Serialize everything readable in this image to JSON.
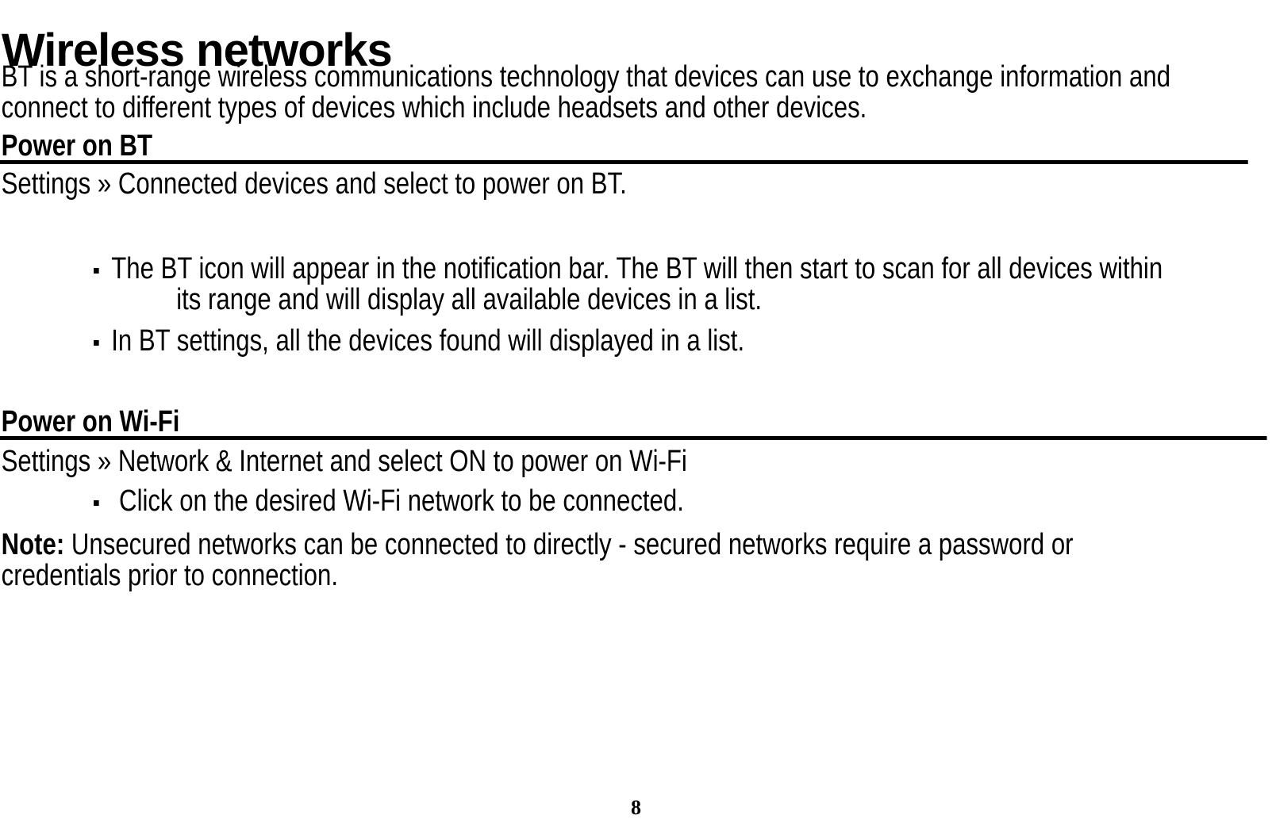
{
  "title": "Wireless networks",
  "intro": {
    "lines": [
      "BT is a short-range wireless communications technology that devices can use to exchange information and",
      "connect to different types of devices which include headsets and other devices."
    ]
  },
  "sections": [
    {
      "heading": "Power on BT",
      "lead": "Settings » Connected devices and select to power on BT.",
      "bullets": [
        {
          "lines": [
            "The BT icon will appear in the notification bar. The BT will then start to scan for all devices within",
            "its range and will display all available devices in a list."
          ]
        },
        {
          "lines": [
            "In BT settings, all the devices found will displayed in a list."
          ]
        }
      ]
    },
    {
      "heading": "Power on Wi-Fi",
      "lead": "Settings » Network & Internet and select ON to power on Wi-Fi",
      "bullets": [
        {
          "lines": [
            "Click on the desired Wi-Fi network to be connected."
          ]
        }
      ]
    }
  ],
  "note": {
    "label": "Note:",
    "text_after_label": " Unsecured networks can be connected to directly - secured networks require a password or",
    "line2": "credentials prior to connection."
  },
  "footer": {
    "page_number": "8"
  },
  "colors": {
    "text": "#000000",
    "background": "#ffffff"
  }
}
